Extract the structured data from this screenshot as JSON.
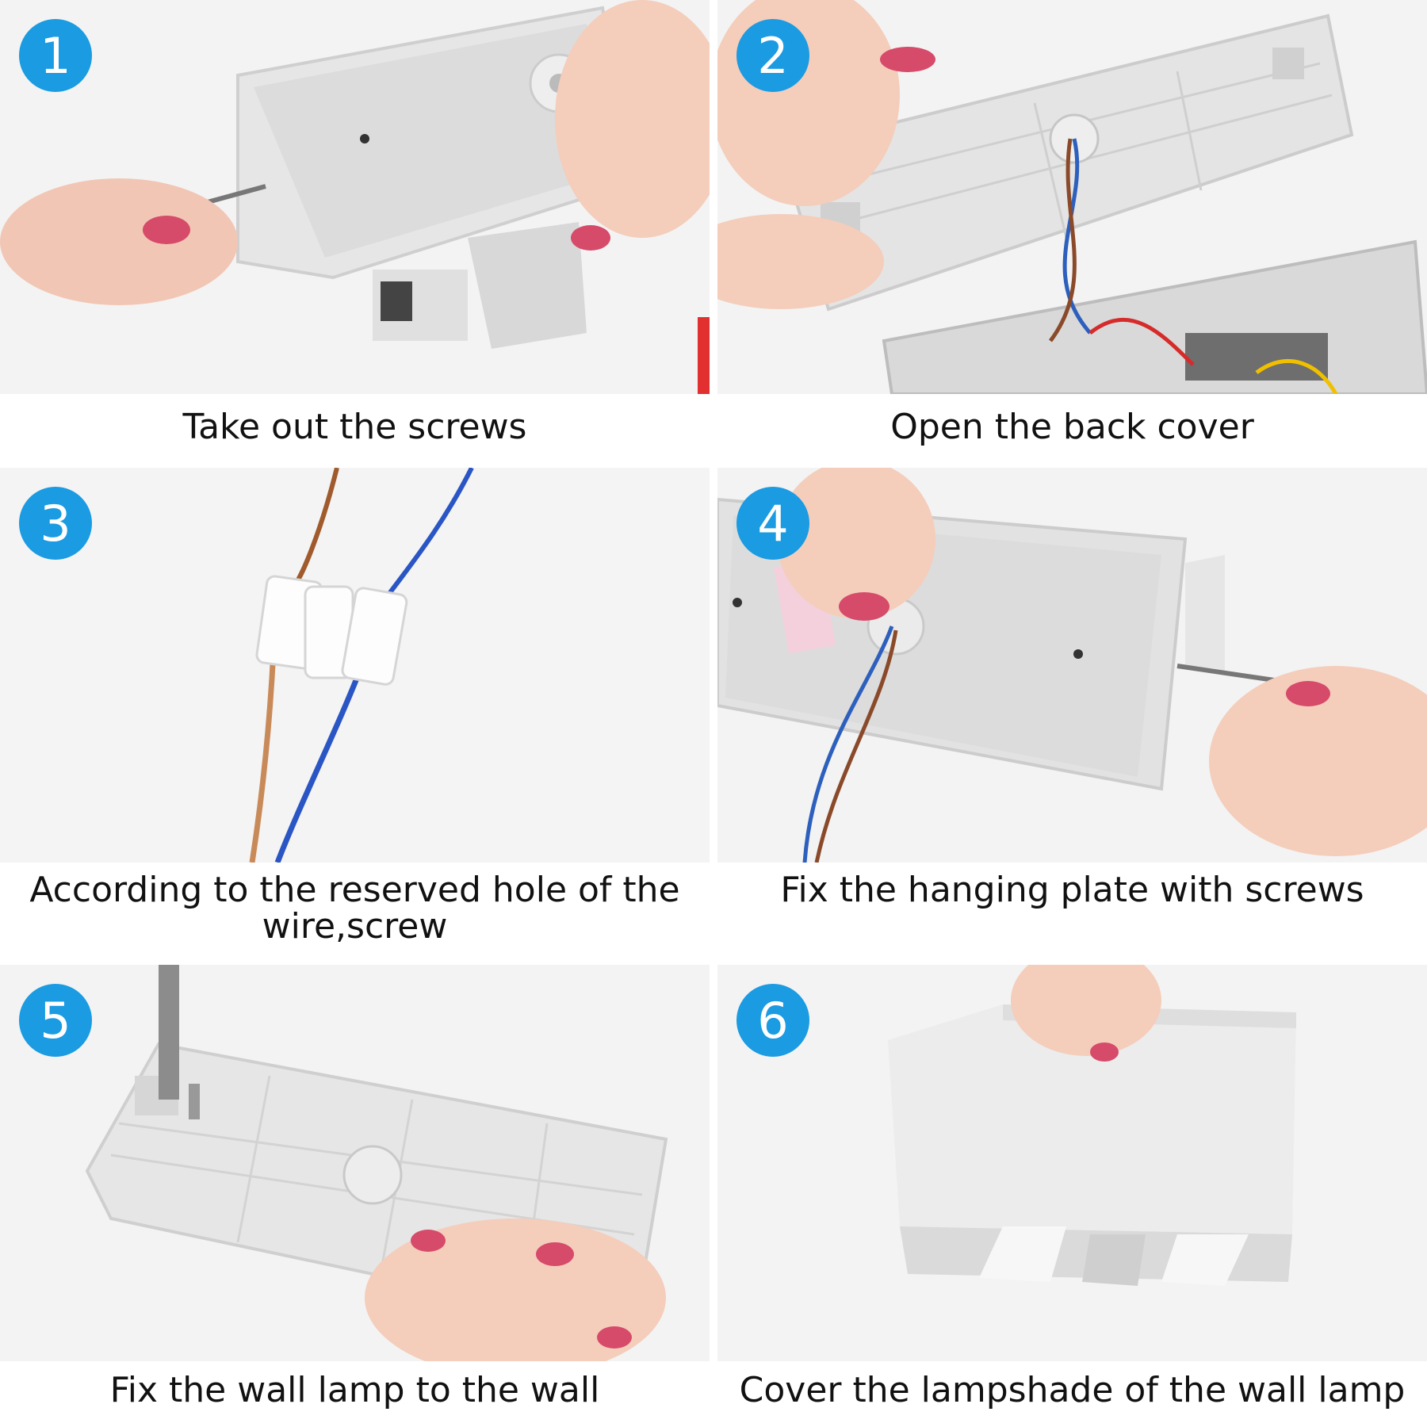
{
  "steps": [
    {
      "number": "1",
      "caption": "Take out the screws"
    },
    {
      "number": "2",
      "caption": "Open the back cover"
    },
    {
      "number": "3",
      "caption": "According to the reserved hole of the wire,screw"
    },
    {
      "number": "4",
      "caption": "Fix the hanging plate with screws"
    },
    {
      "number": "5",
      "caption": "Fix the wall lamp to the wall"
    },
    {
      "number": "6",
      "caption": "Cover the lampshade of the wall lamp"
    }
  ],
  "colors": {
    "badge": "#1a9be2",
    "background": "#ffffff",
    "text": "#111111"
  },
  "icons": [
    "step-number-badge"
  ]
}
